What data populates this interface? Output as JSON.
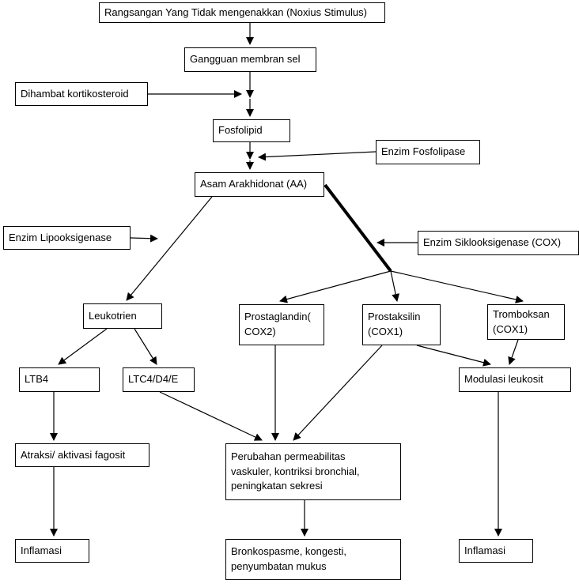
{
  "diagram": {
    "title": "Noxious stimulus / arachidonic acid inflammation pathway flowchart",
    "colors": {
      "box_border": "#000000",
      "box_fill": "#ffffff",
      "line": "#000000",
      "text": "#000000",
      "background": "#ffffff"
    },
    "nodes": {
      "noxius": "Rangsangan Yang Tidak mengenakkan (Noxius Stimulus)",
      "gangguan": "Gangguan membran sel",
      "dihambat": "Dihambat kortikosteroid",
      "fosfolipid": "Fosfolipid",
      "enzim_fosfolipase": "Enzim Fosfolipase",
      "asam_arakhidonat": "Asam Arakhidonat (AA)",
      "enzim_lipooksigenase": "Enzim Lipooksigenase",
      "enzim_siklooksigenase": "Enzim Siklooksigenase (COX)",
      "leukotrien": "Leukotrien",
      "prostaglandin": "Prostaglandin(\nCOX2)",
      "prostaksilin": "Prostaksilin\n(COX1)",
      "tromboksan": "Tromboksan\n(COX1)",
      "ltb4": "LTB4",
      "ltc4": "LTC4/D4/E",
      "modulasi_leukosit": "Modulasi leukosit",
      "atraksi_fagosit": "Atraksi/ aktivasi fagosit",
      "perubahan": "Perubahan permeabilitas\nvaskuler, kontriksi bronchial,\npeningkatan sekresi",
      "inflamasi_left": "Inflamasi",
      "bronkospasme": "Bronkospasme, kongesti,\npenyumbatan mukus",
      "inflamasi_right": "Inflamasi"
    }
  }
}
